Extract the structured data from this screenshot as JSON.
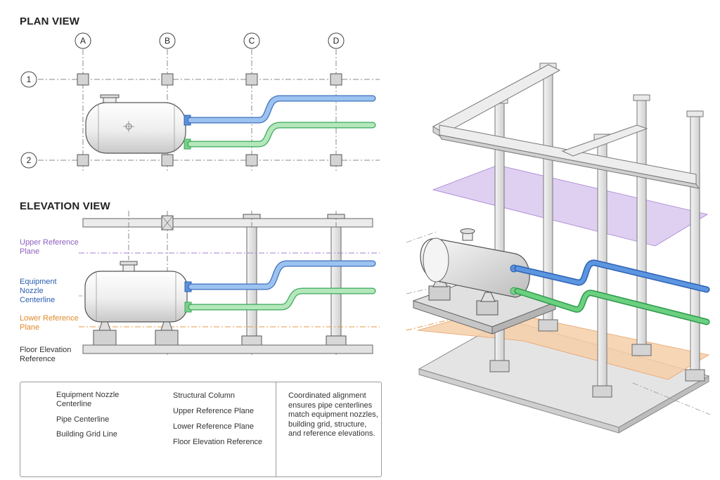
{
  "plan_view": {
    "title": "PLAN VIEW",
    "grid_columns": [
      "A",
      "B",
      "C",
      "D"
    ],
    "grid_rows": [
      "1",
      "2"
    ]
  },
  "elevation_view": {
    "title": "ELEVATION VIEW",
    "labels": {
      "upper": "Upper Reference Plane",
      "nozzle": "Equipment Nozzle Centerline",
      "lower": "Lower Reference Plane",
      "floor": "Floor Elevation Reference"
    }
  },
  "legend": {
    "items": [
      {
        "label": "Equipment Nozzle Centerline"
      },
      {
        "label": "Pipe Centerline"
      },
      {
        "label": "Building Grid Line"
      },
      {
        "label": "Structural Column"
      },
      {
        "label": "Upper Reference Plane"
      },
      {
        "label": "Lower Reference Plane"
      },
      {
        "label": "Floor Elevation Reference"
      }
    ],
    "note": "Coordinated alignment ensures pipe centerlines match equipment nozzles, building grid, structure, and reference elevations."
  },
  "colors": {
    "nozzle_centerline": "#2b5fb0",
    "pipe_centerline": "#3aa85a",
    "grid_line": "#8a8a8a",
    "blue_pipe": "#6fa6e6",
    "green_pipe": "#8fd89a",
    "upper_plane": "#d9c8ef",
    "lower_plane": "#f6cfa8",
    "floor": "#d6d6d6"
  }
}
